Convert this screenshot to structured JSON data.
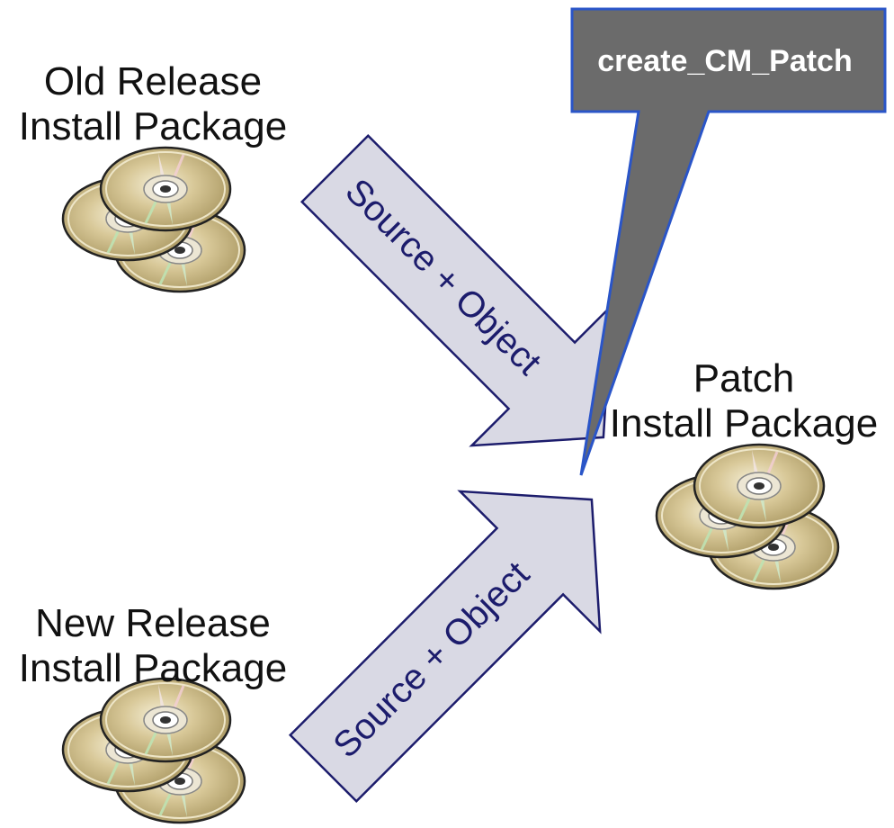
{
  "packages": {
    "old": {
      "line1": "Old Release",
      "line2": "Install Package",
      "icon": "cd-stack-icon"
    },
    "new": {
      "line1": "New Release",
      "line2": "Install Package",
      "icon": "cd-stack-icon"
    },
    "patch": {
      "line1": "Patch",
      "line2": "Install Package",
      "icon": "cd-stack-icon"
    }
  },
  "arrows": {
    "top": {
      "label": "Source + Object"
    },
    "bottom": {
      "label": "Source + Object"
    }
  },
  "callout": {
    "label": "create_CM_Patch"
  },
  "colors": {
    "arrow_fill": "#d9d9e4",
    "arrow_stroke": "#1c1c6c",
    "arrow_text": "#1c1c6c",
    "callout_fill": "#6b6b6b",
    "callout_stroke": "#2a55c8",
    "callout_text": "#ffffff",
    "disc_gold": "#c9b98a",
    "disc_dark": "#5a5030"
  }
}
